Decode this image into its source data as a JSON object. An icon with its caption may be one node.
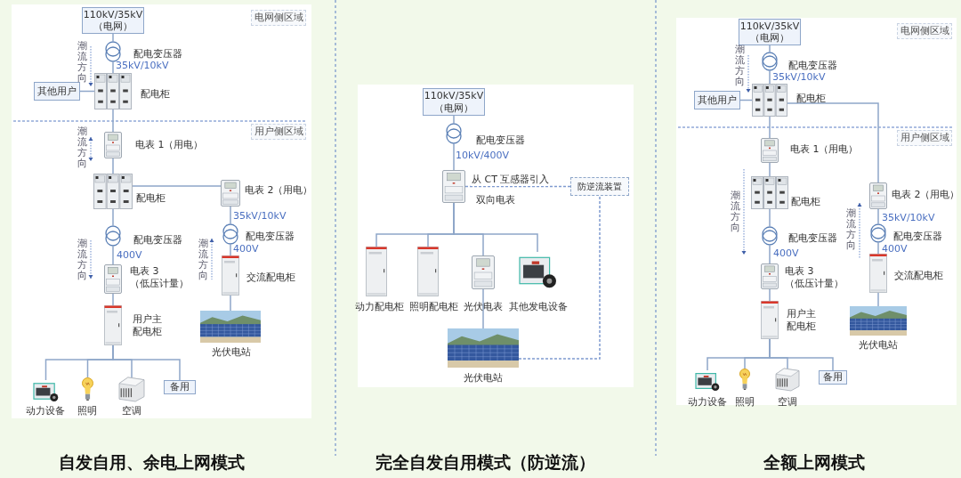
{
  "diagram": {
    "nodes": [
      {
        "text": [
          "110kV/35kV（电网）"
        ]
      },
      {
        "text": [
          "电网侧区域"
        ]
      },
      {
        "text": [],
        "shape": "circle",
        "beside": [
          "配电变压器"
        ]
      },
      {
        "text": [],
        "shape": "picture",
        "beside": [
          "配电柜"
        ]
      },
      {
        "text": [
          "其他用户"
        ]
      },
      {
        "text": [
          "用户侧区域"
        ]
      },
      {
        "text": [],
        "shape": "picture",
        "beside": [
          "电表 1（用电）"
        ]
      },
      {
        "text": [],
        "shape": "picture",
        "beside": [
          "配电柜"
        ]
      },
      {
        "text": [],
        "shape": "picture",
        "beside": [
          "电表 2（用电）"
        ]
      },
      {
        "text": [],
        "shape": "circle",
        "beside": [
          "配电变压器"
        ]
      },
      {
        "text": [],
        "shape": "picture",
        "beside": [
          "电表 3（低压计量）"
        ]
      },
      {
        "text": [],
        "shape": "picture",
        "beside": [
          "用户主配电柜"
        ]
      },
      {
        "text": [],
        "shape": "circle",
        "beside": [
          "配电变压器"
        ]
      },
      {
        "text": [],
        "shape": "picture",
        "beside": [
          "交流配电柜"
        ]
      },
      {
        "text": [],
        "shape": "picture",
        "beside": [
          "光伏电站"
        ]
      },
      {
        "text": [],
        "shape": "picture",
        "beside": [
          "动力设备"
        ]
      },
      {
        "text": [],
        "shape": "picture",
        "beside": [
          "照明"
        ]
      },
      {
        "text": [],
        "shape": "picture",
        "beside": [
          "空调"
        ]
      },
      {
        "text": [
          "备用"
        ]
      },
      {
        "text": [
          "110kV/35kV（电网）"
        ]
      },
      {
        "text": [],
        "shape": "circle",
        "beside": [
          "配电变压器"
        ]
      },
      {
        "text": [],
        "shape": "picture",
        "beside": [
          "双向电表"
        ]
      },
      {
        "text": [
          "防逆流装置"
        ]
      },
      {
        "text": [],
        "shape": "picture",
        "beside": [
          "动力配电柜"
        ]
      },
      {
        "text": [],
        "shape": "picture",
        "beside": [
          "照明配电柜"
        ]
      },
      {
        "text": [],
        "shape": "picture",
        "beside": [
          "光伏电表"
        ]
      },
      {
        "text": [],
        "shape": "picture",
        "beside": [
          "其他发电设备"
        ]
      },
      {
        "text": [],
        "shape": "picture",
        "beside": [
          "光伏电站"
        ]
      },
      {
        "text": [
          "110kV/35kV（电网）"
        ]
      },
      {
        "text": [
          "电网侧区域"
        ]
      },
      {
        "text": [],
        "shape": "circle",
        "beside": [
          "配电变压器"
        ]
      },
      {
        "text": [],
        "shape": "picture",
        "beside": [
          "配电柜"
        ]
      },
      {
        "text": [
          "其他用户"
        ]
      },
      {
        "text": [
          "用户侧区域"
        ]
      },
      {
        "text": [],
        "shape": "picture",
        "beside": [
          "电表 1（用电）"
        ]
      },
      {
        "text": [],
        "shape": "picture",
        "beside": [
          "配电柜"
        ]
      },
      {
        "text": [],
        "shape": "circle",
        "beside": [
          "配电变压器"
        ]
      },
      {
        "text": [],
        "shape": "picture",
        "beside": [
          "电表 3（低压计量）"
        ]
      },
      {
        "text": [],
        "shape": "picture",
        "beside": [
          "用户主配电柜"
        ]
      },
      {
        "text": [],
        "shape": "picture",
        "beside": [
          "电表 2（用电）"
        ]
      },
      {
        "text": [],
        "shape": "circle",
        "beside": [
          "配电变压器"
        ]
      },
      {
        "text": [],
        "shape": "picture",
        "beside": [
          "交流配电柜"
        ]
      },
      {
        "text": [],
        "shape": "picture",
        "beside": [
          "光伏电站"
        ]
      },
      {
        "text": [],
        "shape": "picture",
        "beside": [
          "动力设备"
        ]
      },
      {
        "text": [],
        "shape": "picture",
        "beside": [
          "照明"
        ]
      },
      {
        "text": [],
        "shape": "picture",
        "beside": [
          "空调"
        ]
      },
      {
        "text": [
          "备用"
        ]
      }
    ],
    "edges": [
      {
        "from": 0,
        "to": 2,
        "arrow": "none"
      },
      {
        "from": 2,
        "to": 3,
        "arrow": "none"
      },
      {
        "from": 4,
        "to": 3,
        "arrow": "none"
      },
      {
        "from": 3,
        "to": 6,
        "arrow": "none"
      },
      {
        "from": 6,
        "to": 7,
        "arrow": "none"
      },
      {
        "from": 7,
        "to": 8,
        "arrow": "none"
      },
      {
        "from": 7,
        "to": 9,
        "arrow": "none"
      },
      {
        "from": 9,
        "to": 10,
        "arrow": "none"
      },
      {
        "from": 10,
        "to": 11,
        "arrow": "none"
      },
      {
        "from": 8,
        "to": 12,
        "arrow": "none"
      },
      {
        "from": 12,
        "to": 13,
        "arrow": "none"
      },
      {
        "from": 13,
        "to": 14,
        "arrow": "none"
      },
      {
        "from": 11,
        "to": 15,
        "arrow": "none"
      },
      {
        "from": 11,
        "to": 16,
        "arrow": "none"
      },
      {
        "from": 11,
        "to": 17,
        "arrow": "none"
      },
      {
        "from": 11,
        "to": 18,
        "arrow": "none"
      },
      {
        "from": 19,
        "to": 20,
        "arrow": "none"
      },
      {
        "from": 20,
        "to": 21,
        "arrow": "none"
      },
      {
        "from": 21,
        "to": 23,
        "arrow": "none"
      },
      {
        "from": 21,
        "to": 24,
        "arrow": "none"
      },
      {
        "from": 21,
        "to": 25,
        "arrow": "none"
      },
      {
        "from": 21,
        "to": 26,
        "arrow": "none"
      },
      {
        "from": 25,
        "to": 27,
        "arrow": "none"
      },
      {
        "from": 21,
        "to": 22,
        "arrow": "none",
        "style": "dashed",
        "label": "从 CT 互感器引入"
      },
      {
        "from": 27,
        "to": 22,
        "arrow": "none",
        "style": "dashed"
      },
      {
        "from": 28,
        "to": 30,
        "arrow": "none"
      },
      {
        "from": 30,
        "to": 31,
        "arrow": "none"
      },
      {
        "from": 32,
        "to": 31,
        "arrow": "none"
      },
      {
        "from": 31,
        "to": 34,
        "arrow": "none"
      },
      {
        "from": 34,
        "to": 35,
        "arrow": "none"
      },
      {
        "from": 35,
        "to": 36,
        "arrow": "none"
      },
      {
        "from": 36,
        "to": 37,
        "arrow": "none"
      },
      {
        "from": 37,
        "to": 38,
        "arrow": "none"
      },
      {
        "from": 31,
        "to": 39,
        "arrow": "none"
      },
      {
        "from": 39,
        "to": 40,
        "arrow": "none"
      },
      {
        "from": 40,
        "to": 41,
        "arrow": "none"
      },
      {
        "from": 41,
        "to": 42,
        "arrow": "none"
      },
      {
        "from": 38,
        "to": 43,
        "arrow": "none"
      },
      {
        "from": 38,
        "to": 44,
        "arrow": "none"
      },
      {
        "from": 38,
        "to": 45,
        "arrow": "none"
      },
      {
        "from": 38,
        "to": 46,
        "arrow": "none"
      }
    ],
    "labels": [
      "35kV/10kV",
      "400V",
      "35kV/10kV",
      "400V",
      "潮流方向",
      "潮流方向",
      "潮流方向",
      "潮流方向",
      "10kV/400V",
      "35kV/10kV",
      "400V",
      "35kV/10kV",
      "400V",
      "潮流方向",
      "潮流方向",
      "潮流方向",
      "自发自用、余电上网模式",
      "完全自发自用模式（防逆流）",
      "全额上网模式"
    ]
  }
}
